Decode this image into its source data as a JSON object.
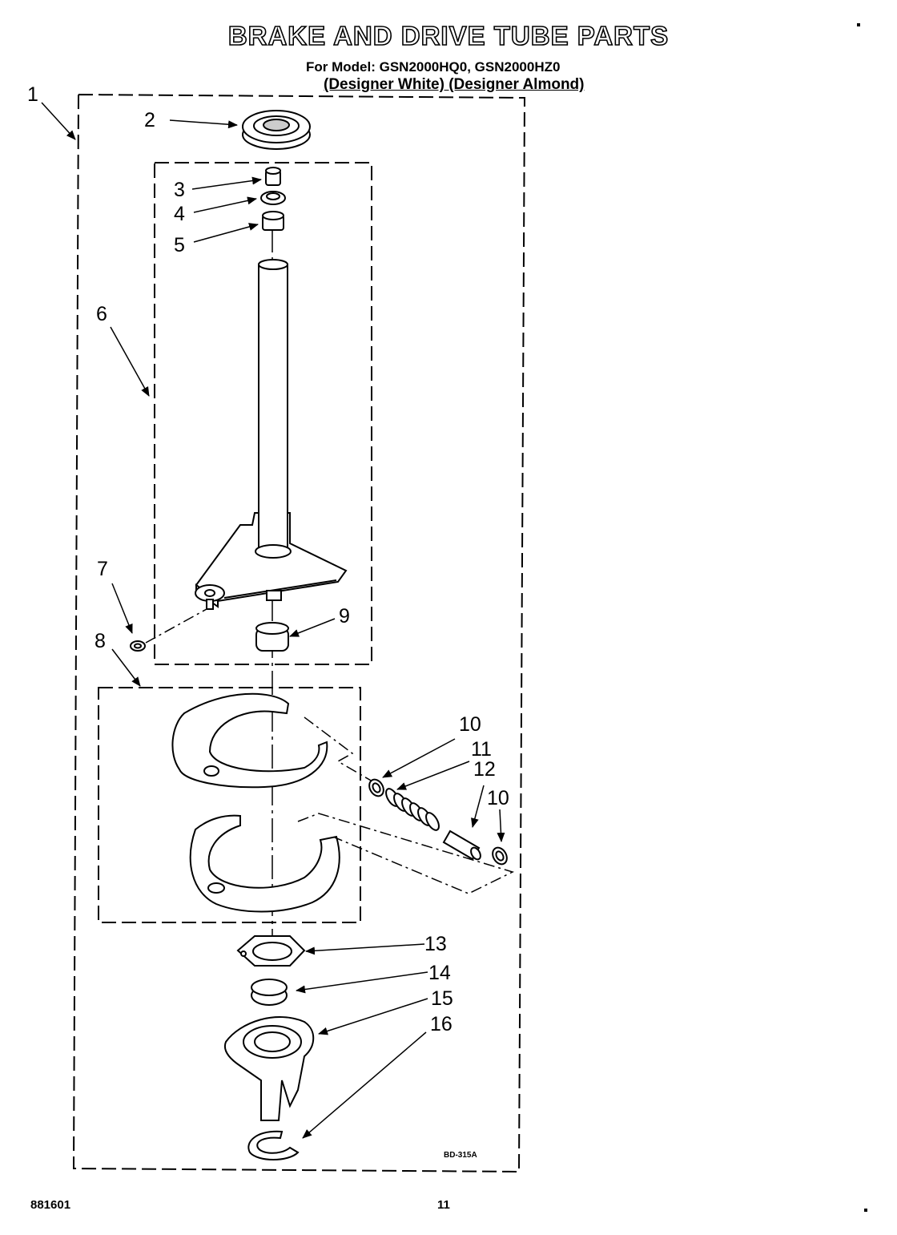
{
  "header": {
    "title": "BRAKE AND DRIVE TUBE PARTS",
    "model_line": "For Model: GSN2000HQ0, GSN2000HZ0",
    "variants_line": "(Designer White) (Designer Almond)"
  },
  "diagram": {
    "callouts": [
      "1",
      "2",
      "3",
      "4",
      "5",
      "6",
      "7",
      "8",
      "9",
      "10",
      "11",
      "12",
      "10",
      "13",
      "14",
      "15",
      "16"
    ],
    "drawing_code": "BD-315A"
  },
  "footer": {
    "doc_number": "881601",
    "page_number": "11"
  }
}
